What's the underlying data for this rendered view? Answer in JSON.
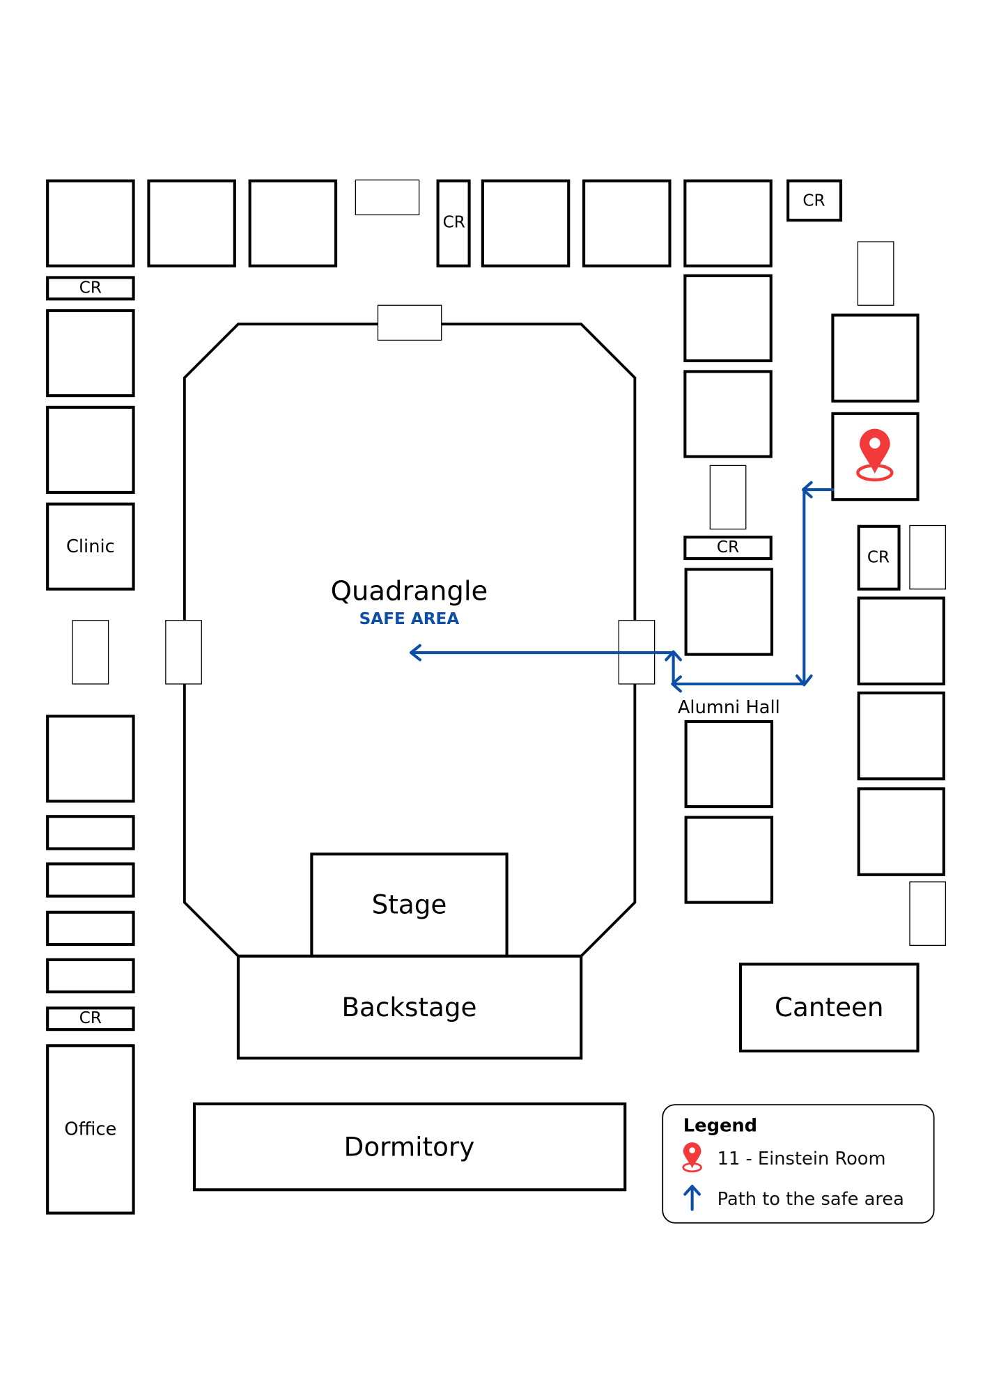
{
  "map": {
    "colors": {
      "path": "#0D4FA6",
      "marker": "#F23A3A",
      "outline": "#000000"
    },
    "labels": {
      "quadrangle": "Quadrangle",
      "safe_area": "SAFE AREA",
      "stage": "Stage",
      "backstage": "Backstage",
      "dormitory": "Dormitory",
      "canteen": "Canteen",
      "clinic": "Clinic",
      "office": "Office",
      "alumni_hall": "Alumni Hall",
      "cr": "CR"
    },
    "current_location": "11 - Einstein Room"
  },
  "legend": {
    "title": "Legend",
    "items": [
      {
        "icon": "location-pin-icon",
        "label": "11 - Einstein Room"
      },
      {
        "icon": "up-arrow-icon",
        "label": "Path to the safe area"
      }
    ]
  }
}
